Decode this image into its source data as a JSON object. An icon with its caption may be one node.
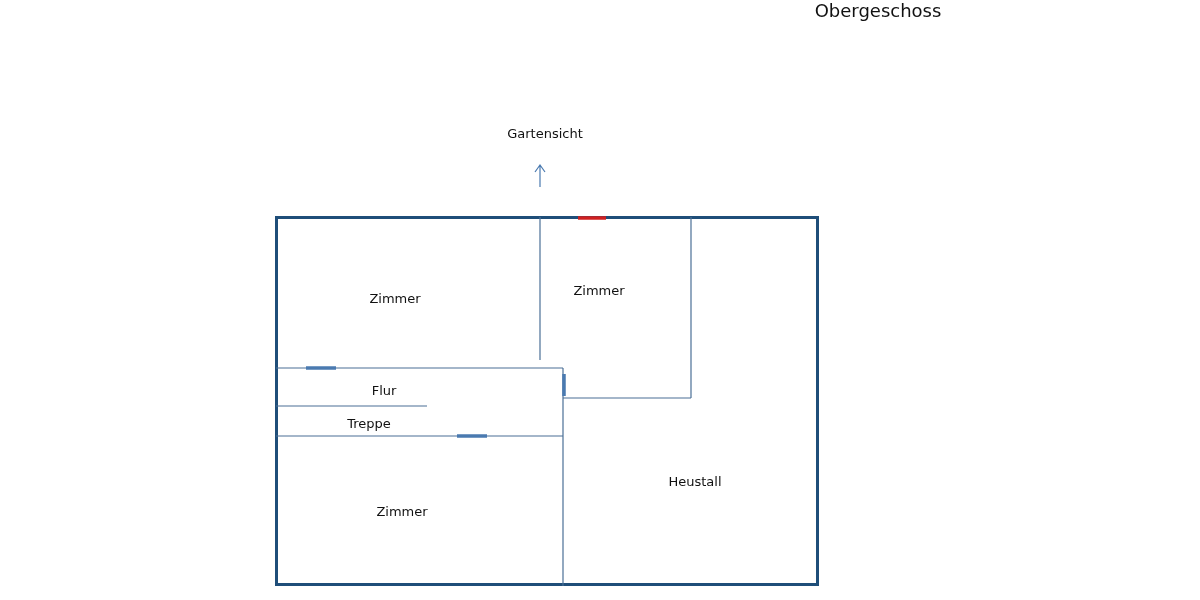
{
  "diagram": {
    "title": "Obergeschoss",
    "nodes": [
      {
        "text": [],
        "shape": "box"
      },
      {
        "text": [
          "Zimmer"
        ],
        "in": 0
      },
      {
        "text": [
          "Zimmer"
        ],
        "in": 0
      },
      {
        "text": [
          "Flur"
        ],
        "in": 0
      },
      {
        "text": [
          "Treppe"
        ],
        "in": 0
      },
      {
        "text": [
          "Zimmer"
        ],
        "in": 0
      },
      {
        "text": [
          "Heustall"
        ],
        "in": 0
      }
    ],
    "edges": [],
    "labels": [
      "Gartensicht"
    ]
  }
}
